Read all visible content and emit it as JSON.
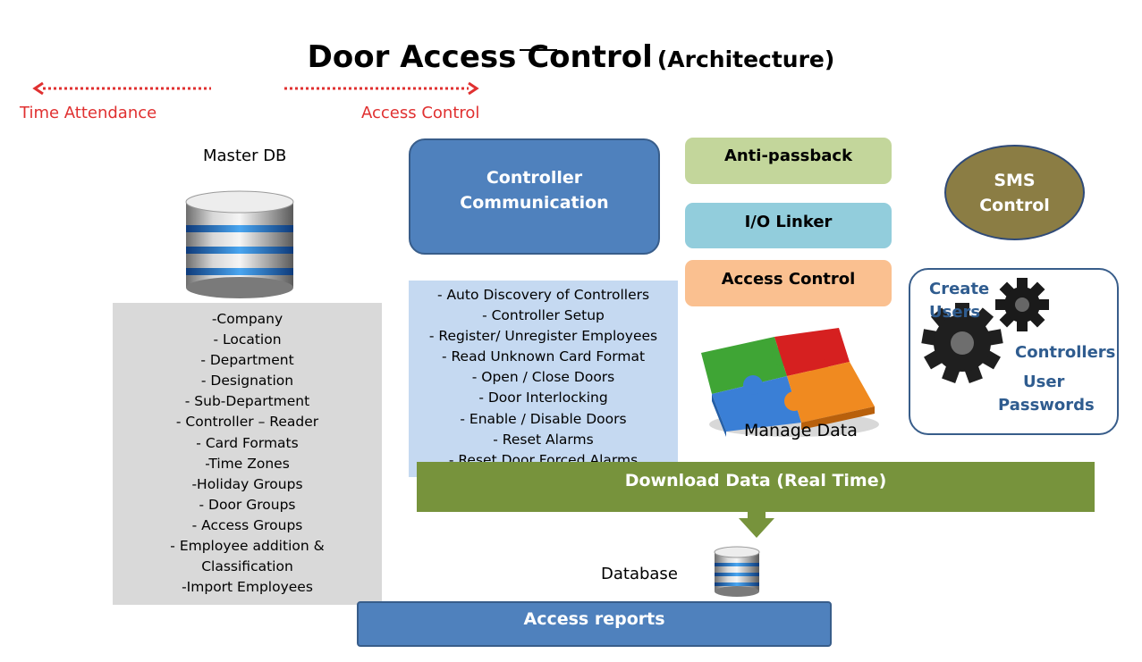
{
  "title": {
    "main": "Door Access Control",
    "sub": "(Architecture)"
  },
  "arrows": {
    "left_label": "Time Attendance",
    "right_label": "Access Control",
    "color": "#e03030"
  },
  "master_db": {
    "label": "Master DB",
    "items": [
      "-Company",
      "- Location",
      "- Department",
      "- Designation",
      "- Sub-Department",
      "- Controller – Reader",
      "- Card Formats",
      "-Time Zones",
      "-Holiday Groups",
      "- Door Groups",
      "- Access Groups",
      "- Employee addition &",
      "Classification",
      "-Import Employees"
    ]
  },
  "controller": {
    "title_line1": "Controller",
    "title_line2": "Communication",
    "items": [
      "- Auto Discovery of Controllers",
      "- Controller Setup",
      "- Register/ Unregister Employees",
      "- Read Unknown Card Format",
      "- Open / Close Doors",
      "- Door Interlocking",
      "- Enable / Disable Doors",
      "- Reset Alarms",
      "- Reset Door Forced Alarms"
    ]
  },
  "modules": {
    "anti_passback": "Anti-passback",
    "io_linker": "I/O Linker",
    "access_control": "Access Control"
  },
  "sms": {
    "line1": "SMS",
    "line2": "Control"
  },
  "users_box": {
    "create_users": "Create Users",
    "controllers": "Controllers",
    "user": "User",
    "passwords": "Passwords"
  },
  "manage_data": "Manage Data",
  "download": "Download Data (Real Time)",
  "database": "Database",
  "access_reports": "Access reports",
  "colors": {
    "controller_blue": "#4f81bd",
    "anti_passback_green": "#c3d69b",
    "io_linker_cyan": "#92cddc",
    "access_control_orange": "#fac090",
    "sms_olive": "#8b7d44",
    "download_green": "#77933c",
    "list_gray": "#d9d9d9",
    "list_blue": "#c5d9f1"
  }
}
